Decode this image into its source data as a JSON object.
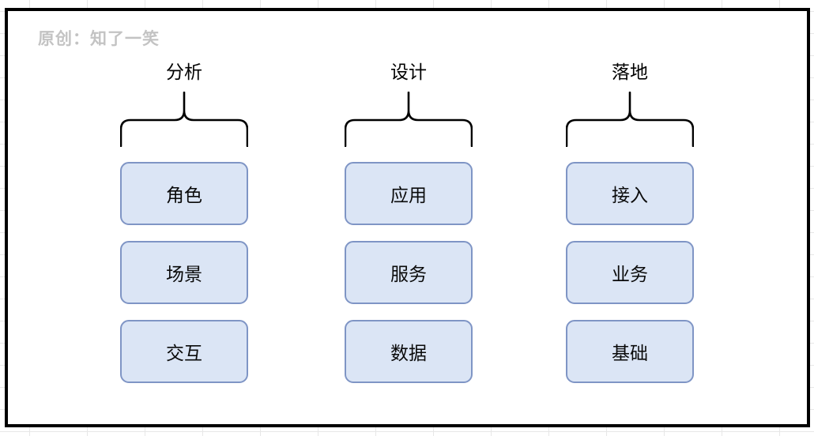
{
  "watermark": "原创：知了一笑",
  "columns": [
    {
      "header": "分析",
      "items": [
        "角色",
        "场景",
        "交互"
      ]
    },
    {
      "header": "设计",
      "items": [
        "应用",
        "服务",
        "数据"
      ]
    },
    {
      "header": "落地",
      "items": [
        "接入",
        "业务",
        "基础"
      ]
    }
  ],
  "colors": {
    "box_fill": "#dbe5f5",
    "box_border": "#7f95c5",
    "brace": "#000000",
    "canvas_border": "#000000",
    "watermark": "#c3c3c3",
    "grid": "#e7e7e7"
  }
}
